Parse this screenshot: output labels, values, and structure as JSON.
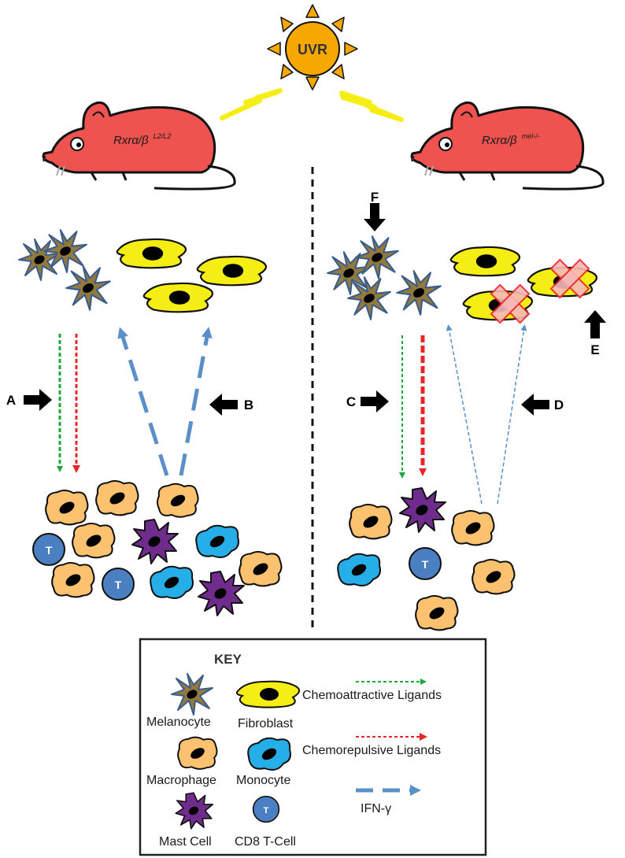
{
  "sun": {
    "label": "UVR"
  },
  "mice": {
    "left": {
      "genotype": "Rxrα/β",
      "superscript": "L2/L2"
    },
    "right": {
      "genotype": "Rxrα/β",
      "superscript": "mel-/-"
    }
  },
  "arrow_labels": {
    "a": "A",
    "b": "B",
    "c": "C",
    "d": "D",
    "e": "E",
    "f": "F"
  },
  "tcell_label": "T",
  "key": {
    "title": "KEY",
    "melanocyte": "Melanocyte",
    "fibroblast": "Fibroblast",
    "chemoattractive": "Chemoattractive Ligands",
    "chemorepulsive": "Chemorepulsive Ligands",
    "macrophage": "Macrophage",
    "monocyte": "Monocyte",
    "ifn": "IFN-γ",
    "mast_cell": "Mast Cell",
    "cd8_tcell": "CD8 T-Cell"
  },
  "colors": {
    "mouse": "#ef5350",
    "sun": "#f7a800",
    "lightning": "#f5ee14",
    "melanocyte": "#93793d",
    "fibroblast": "#f5ee14",
    "macrophage": "#fcc270",
    "monocyte": "#25aee8",
    "mast_cell": "#6f2c8d",
    "tcell": "#4a7fc1",
    "chemoattractive": "#1aaa3c",
    "chemorepulsive": "#e8262a",
    "ifn": "#5b8fc9"
  }
}
